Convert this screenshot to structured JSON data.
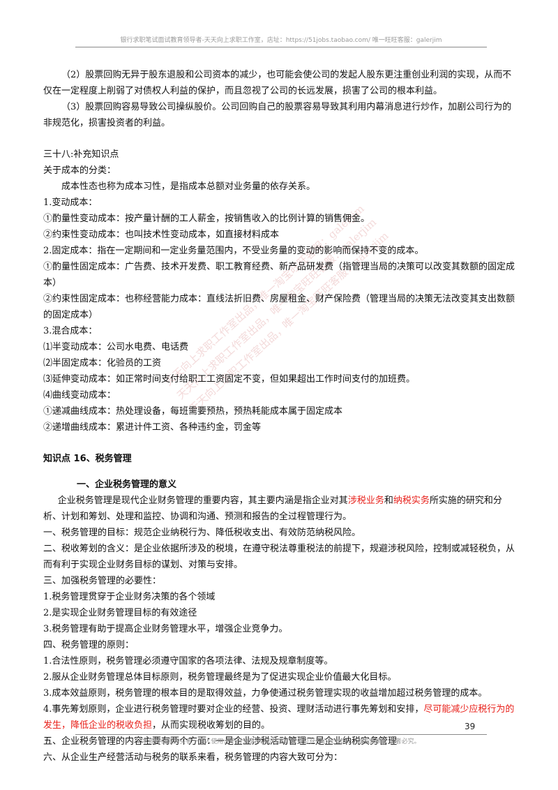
{
  "header": {
    "text": "银行求职笔试面试教育领导者-天天向上求职工作室，店址：https://51jobs.taobao.com/ 唯一旺旺客服：galerjim"
  },
  "paragraphs_top": [
    "（2）股票回购无异于股东退股和公司资本的减少，也可能会使公司的发起人股东更注重创业利润的实现，从而不仅在一定程度上削弱了对债权人利益的保护，而且忽视了公司的长远发展，损害了公司的根本利益。",
    "（3）股票回购容易导致公司操纵股价。公司回购自己的股票容易导致其利用内幕消息进行炒作，加剧公司行为的非规范化，损害投资者的利益。"
  ],
  "cost_section": {
    "title": "三十八:补充知识点",
    "intro": "关于成本的分类：",
    "definition": "成本性态也称为成本习性，是指成本总额对业务量的依存关系。",
    "items": [
      "1.变动成本：",
      "①酌量性变动成本：按产量计酬的工人薪金，按销售收入的比例计算的销售佣金。",
      "②约束性变动成本：也叫技术性变动成本，如直接材料成本",
      "2.固定成本：指在一定期间和一定业务量范围内，不受业务量的变动的影响而保持不变的成本。",
      "①酌量性固定成本：广告费、技术开发费、职工教育经费、新产品研发费（指管理当局的决策可以改变其数额的固定成本）",
      "②约束性固定成本：也称经营能力成本：直线法折旧费、房屋租金、财产保险费（管理当局的决策无法改变其支出数额的固定成本）",
      "3.混合成本：",
      "⑴半变动成本：公司水电费、电话费",
      "⑵半固定成本：化验员的工资",
      "⑶延伸变动成本：如正常时间支付给职工工资固定不变，但如果超出工作时间支付的加班费。",
      "⑷曲线变动成本：",
      "①递减曲线成本：热处理设备，每班需要预热，预热耗能成本属于固定成本",
      "②递增曲线成本：累进计件工资、各种违约金，罚金等"
    ]
  },
  "tax_section": {
    "title": "知识点 16、税务管理",
    "subtitle": "一、企业税务管理的意义",
    "intro_pre": "企业税务管理是现代企业财务管理的重要内容，其主要内涵是指企业对其",
    "intro_red1": "涉税业务",
    "intro_and": "和",
    "intro_red2": "纳税实务",
    "intro_post": "所实施的研究和分析、计划和筹划、处理和监控、协调和沟通、预测和报告的全过程管理行为。",
    "lines_a": [
      "一、税务管理的目标：规范企业纳税行为、降低税收支出、有效防范纳税风险。",
      "二、税收筹划的含义：是企业依据所涉及的税境，在遵守税法尊重税法的前提下，规避涉税风险，控制或减轻税负，从而有利于实现企业财务目标的谋划、对策与安排。",
      "三、加强税务管理的必要性：",
      "1.税务管理贯穿于企业财务决策的各个领域",
      "2.是实现企业财务管理目标的有效途径",
      "3.税务管理有助于提高企业财务管理水平，增强企业竞争力。",
      "四、税务管理的原则：",
      "1.合法性原则，税务管理必须遵守国家的各项法律、法规及规章制度等。",
      "2.服从企业财务管理总体目标原则，税务管理最终是为了促进实现企业价值最大化目标。",
      "3.成本效益原则，税务管理的根本目的是取得效益，力争使通过税务管理实现的收益增加超过税务管理的成本。"
    ],
    "principle4_pre": "4.事先筹划原则，企业进行税务管理时要对企业的经营、投资、理财活动进行事先筹划和安排，",
    "principle4_red": "尽可能减少应税行为的发生，降低企业的税收负担",
    "principle4_post": "，从而实现税收筹划的目的。",
    "lines_b": [
      "五、企业税务管理的内容主要有两个方面：一是企业涉税活动管理二是企业纳税实务管理",
      "六、从企业生产经营活动与税务的联系来看，税务管理的内容大致可分为："
    ]
  },
  "watermark": [
    "天天向上求职工作室出品，唯一淘宝旺旺客服：galerjim",
    "天天向上求职工作室出品，唯一淘宝旺旺客服：galerjim",
    "天天向上求职工作室出品，唯一淘宝旺旺客服：galerjim"
  ],
  "page_number": "39",
  "footer": {
    "text": "本资料仅限购买者一个人使用，不得分享/转赠/转卖；税务位获得心仪 offer。版权所有，违者必究。"
  },
  "colors": {
    "accent_red": "#e8201a",
    "header_gray": "#9a9a9a"
  }
}
